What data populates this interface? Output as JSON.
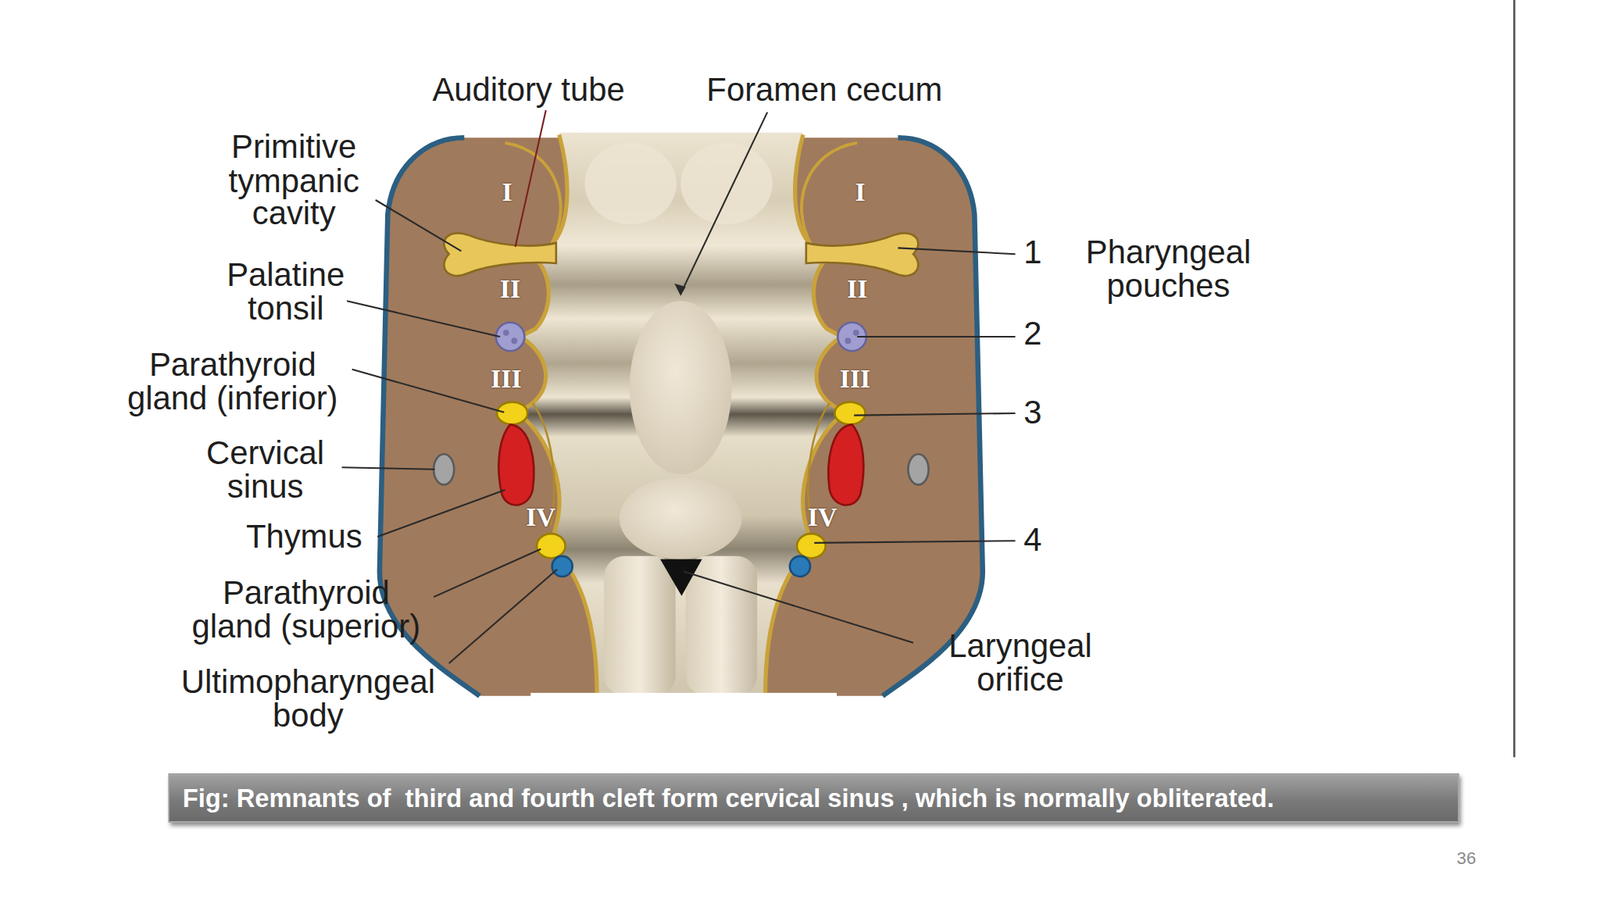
{
  "diagram": {
    "caption": "Fig: Remnants of  third and fourth cleft form cervical sinus , which is normally obliterated.",
    "labels": [
      "Auditory tube",
      "Foramen cecum",
      "Primitive tympanic cavity",
      "I",
      "I",
      "1",
      "Pharyngeal pouches",
      "II",
      "II",
      "Palatine tonsil",
      "2",
      "Parathyroid gland (inferior)",
      "III",
      "III",
      "3",
      "Cervical sinus",
      "Thymus",
      "IV",
      "IV",
      "4",
      "Parathyroid gland (superior)",
      "Laryngeal orifice",
      "Ultimopharyngeal body",
      "36"
    ]
  }
}
